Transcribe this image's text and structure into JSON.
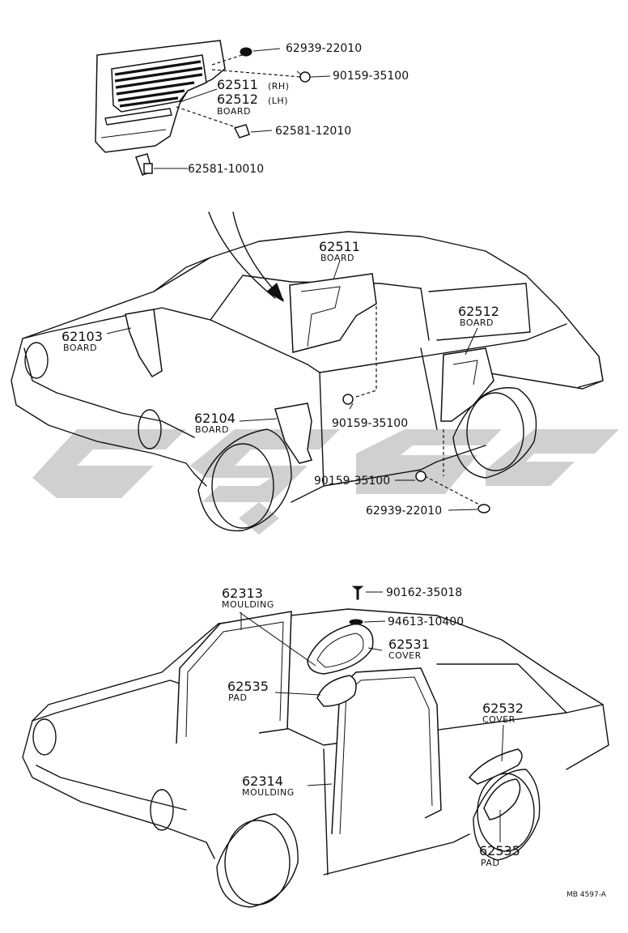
{
  "diagram": {
    "doc_code": "MB 4597-A",
    "watermark_color": "#c8c8c8",
    "labels": {
      "p62939a": "62939-22010",
      "p90159a": "90159-35100",
      "p62511rh": "62511",
      "rh": "(RH)",
      "p62512lh": "62512",
      "lh": "(LH)",
      "board_top": "BOARD",
      "p62581a": "62581-12010",
      "p62581b": "62581-10010",
      "p62511": "62511",
      "board_62511": "BOARD",
      "p62512": "62512",
      "board_62512": "BOARD",
      "p62103": "62103",
      "board_62103": "BOARD",
      "p62104": "62104",
      "board_62104": "BOARD",
      "p90159b": "90159-35100",
      "p90159c": "90159-35100",
      "p62939b": "62939-22010",
      "p62313": "62313",
      "moulding_62313": "MOULDING",
      "p90162": "90162-35018",
      "p94613": "94613-10400",
      "p62531": "62531",
      "cover_62531": "COVER",
      "p62535a": "62535",
      "pad_a": "PAD",
      "p62532": "62532",
      "cover_62532": "COVER",
      "p62314": "62314",
      "moulding_62314": "MOULDING",
      "p62535b": "62535",
      "pad_b": "PAD"
    }
  }
}
